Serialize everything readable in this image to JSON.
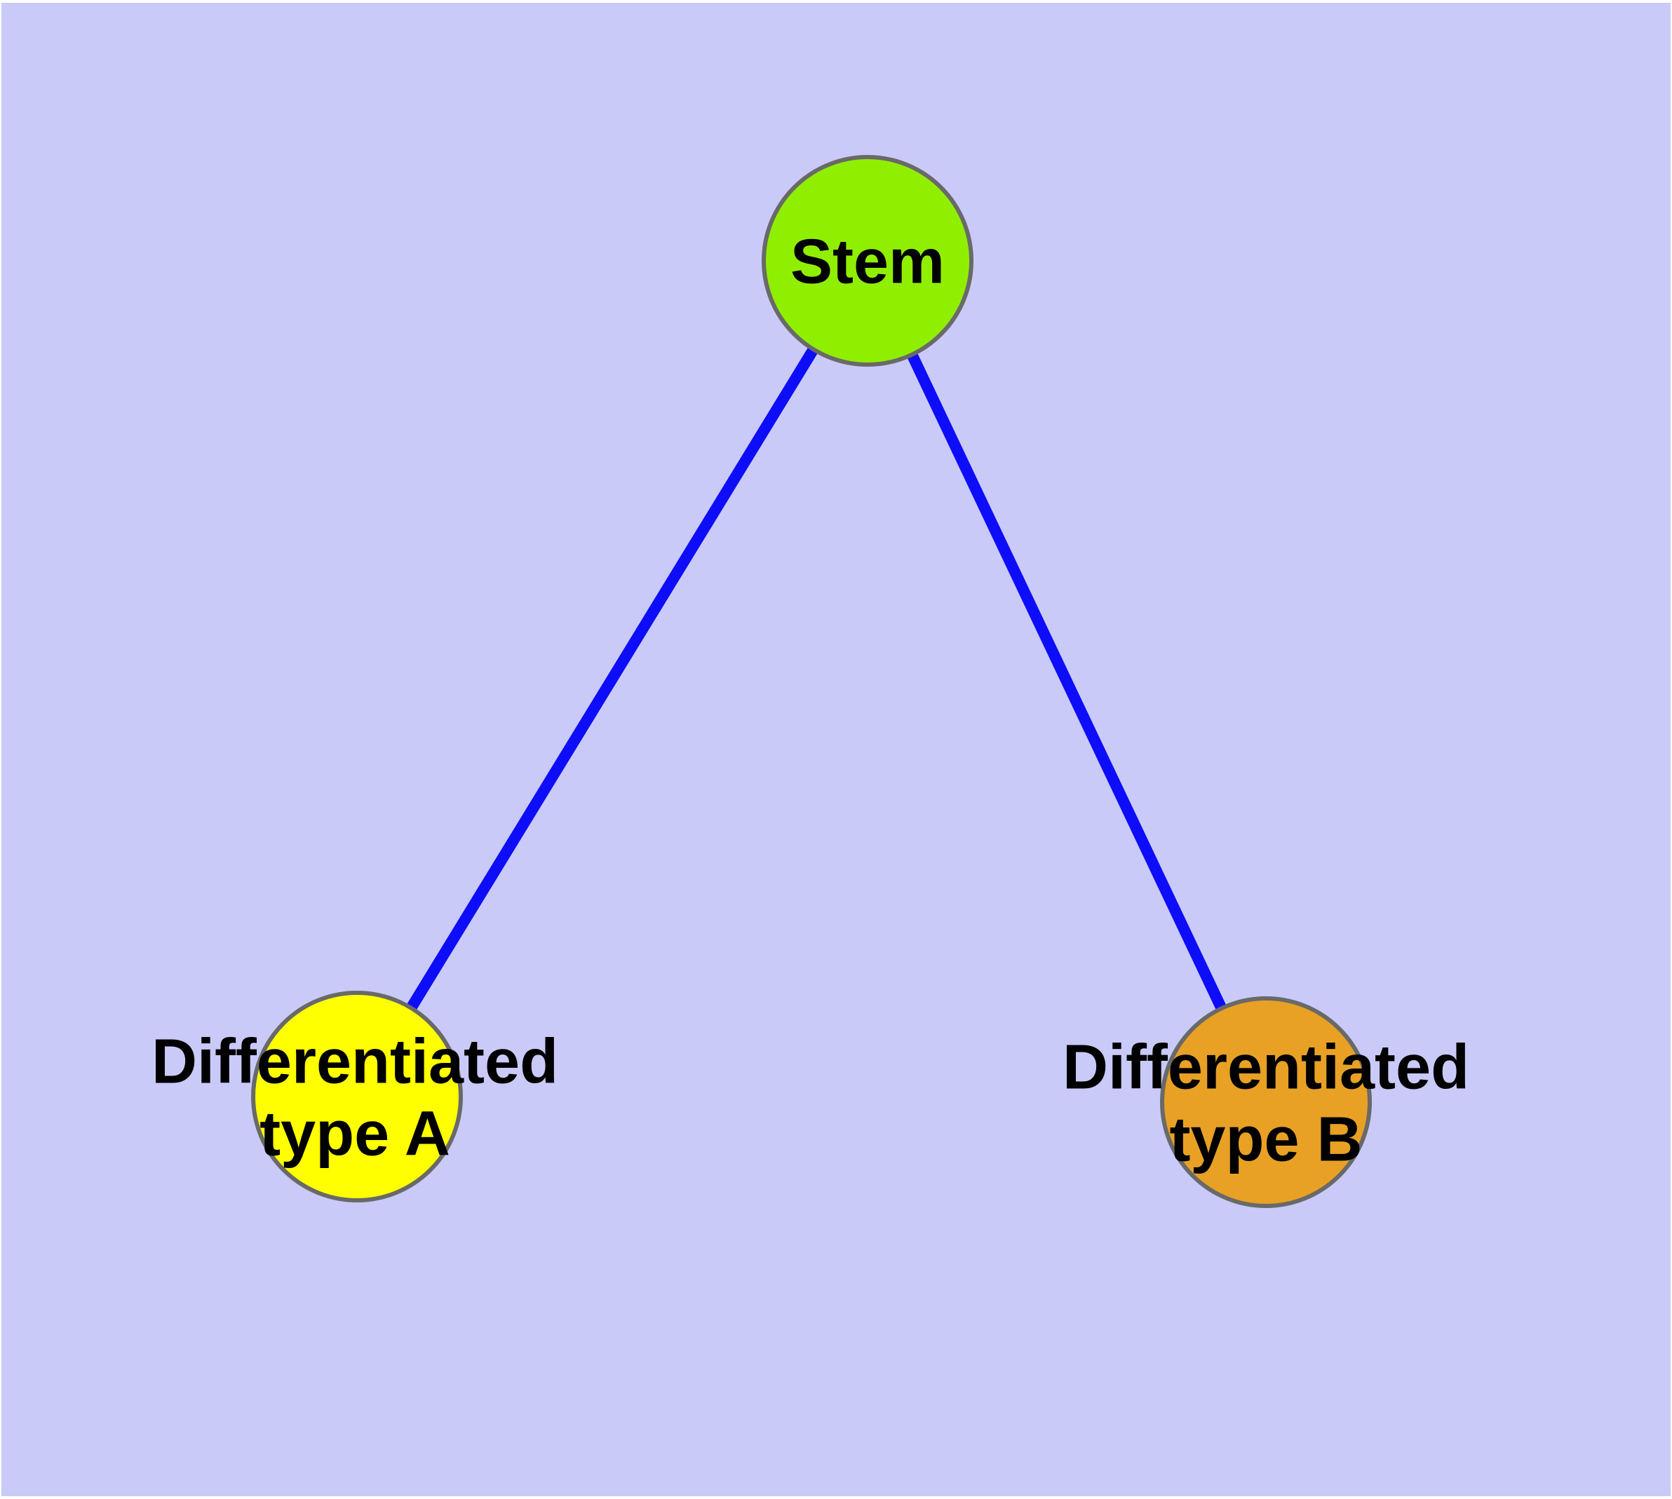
{
  "diagram": {
    "type": "node-link-graph",
    "background_color": "#cacaf8",
    "edge_color": "#0d0dfa",
    "node_border_color": "#696969",
    "text_color": "#000000",
    "nodes": [
      {
        "id": "stem",
        "label": "Stem",
        "color": "#90ef00"
      },
      {
        "id": "type_a",
        "label": "Differentiated type A",
        "label_line1": "Differentiated",
        "label_line2": "type A",
        "color": "#ffff00"
      },
      {
        "id": "type_b",
        "label": "Differentiated type B",
        "label_line1": "Differentiated",
        "label_line2": "type B",
        "color": "#e8a124"
      }
    ],
    "edges": [
      {
        "from": "Stem",
        "to": "Differentiated type A"
      },
      {
        "from": "Stem",
        "to": "Differentiated type B"
      }
    ]
  }
}
